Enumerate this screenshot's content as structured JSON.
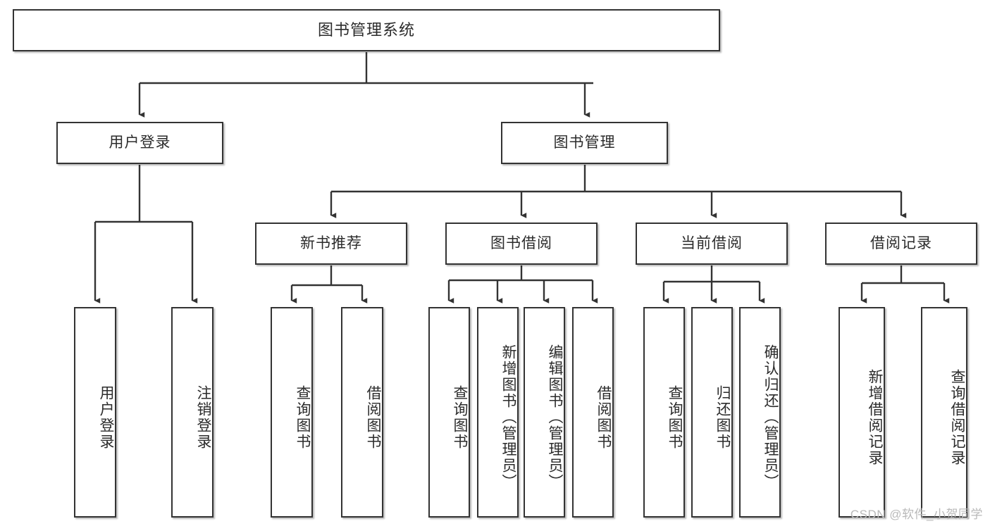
{
  "diagram": {
    "title": "图书管理系统",
    "type": "tree-hierarchy-chart",
    "colors": {
      "node_border": "#333333",
      "node_fill": "#ffffff",
      "connector": "#333333",
      "text": "#2b2b2b",
      "watermark": "#b9b9b9",
      "background": "#ffffff"
    },
    "root": {
      "label": "图书管理系统"
    },
    "level2": [
      {
        "label": "用户登录"
      },
      {
        "label": "图书管理"
      }
    ],
    "level3": [
      {
        "label": "新书推荐"
      },
      {
        "label": "图书借阅"
      },
      {
        "label": "当前借阅"
      },
      {
        "label": "借阅记录"
      }
    ],
    "leaves": {
      "user_login": [
        {
          "label": "用户登录"
        },
        {
          "label": "注销登录"
        }
      ],
      "new_book_recommend": [
        {
          "label": "查询图书"
        },
        {
          "label": "借阅图书"
        }
      ],
      "book_borrow": [
        {
          "label": "查询图书"
        },
        {
          "label": "新增图书（管理员）"
        },
        {
          "label": "编辑图书（管理员）"
        },
        {
          "label": "借阅图书"
        }
      ],
      "current_borrow": [
        {
          "label": "查询图书"
        },
        {
          "label": "归还图书"
        },
        {
          "label": "确认归还（管理员）"
        }
      ],
      "borrow_record": [
        {
          "label": "新增借阅记录"
        },
        {
          "label": "查询借阅记录"
        }
      ]
    },
    "watermark": "CSDN @软件_小贺同学"
  }
}
